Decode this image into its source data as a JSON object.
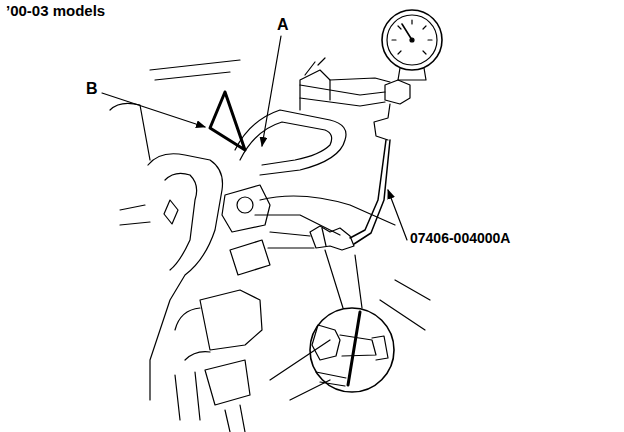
{
  "diagram": {
    "title": "’00-03 models",
    "labels": [
      "A",
      "B",
      "07406-004000A"
    ]
  }
}
